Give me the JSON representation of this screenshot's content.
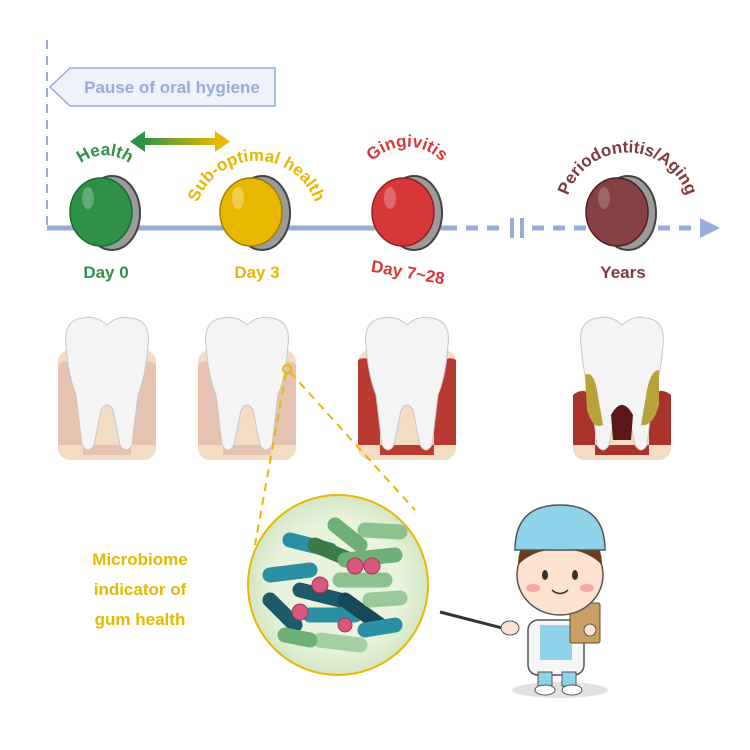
{
  "banner": {
    "text": "Pause of oral hygiene"
  },
  "stages": [
    {
      "name": "Health",
      "time": "Day 0",
      "color": "#2e9147"
    },
    {
      "name": "Sub-optimal health",
      "time": "Day 3",
      "color": "#e8b800"
    },
    {
      "name": "Gingivitis",
      "time": "Day 7~28",
      "color": "#d8373a"
    },
    {
      "name": "Periodontitis/Aging",
      "time": "Years",
      "color": "#7f3a3d"
    }
  ],
  "microbiome_label": {
    "line1": "Microbiome",
    "line2": "indicator of",
    "line3": "gum health",
    "color": "#e8b800"
  },
  "colors": {
    "timeline": "#98acd8",
    "banner_fill": "#eef2fb"
  }
}
